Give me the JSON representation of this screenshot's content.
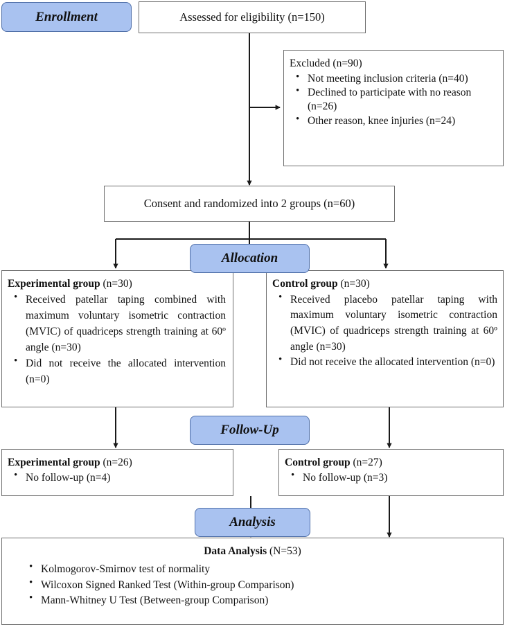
{
  "diagram": {
    "title": "CONSORT participant flow diagram",
    "accent_color": "#a9c2f0",
    "accent_border_color": "#4f6fa8",
    "box_border_color": "#6e6e6e",
    "line_color": "#1a1a1a"
  },
  "stages": {
    "enrollment": "Enrollment",
    "allocation": "Allocation",
    "followup": "Follow-Up",
    "analysis": "Analysis"
  },
  "assessed": {
    "text": "Assessed for eligibility (n=150)"
  },
  "excluded": {
    "heading": "Excluded (n=90)",
    "items": [
      "Not meeting inclusion criteria (n=40)",
      "Declined to participate with no reason (n=26)",
      "Other reason, knee injuries (n=24)"
    ]
  },
  "consent": {
    "text": "Consent and randomized into 2 groups (n=60)"
  },
  "allocation_groups": {
    "experimental": {
      "title": "Experimental group",
      "count": "(n=30)",
      "items": [
        "Received patellar taping combined with maximum voluntary isometric contraction (MVIC) of quadriceps strength training at 60º angle (n=30)",
        "Did not receive the allocated intervention (n=0)"
      ]
    },
    "control": {
      "title": "Control group",
      "count": "(n=30)",
      "items": [
        "Received  placebo patellar taping with maximum voluntary isometric contraction (MVIC) of quadriceps strength training at 60º angle (n=30)",
        "Did not receive the allocated intervention (n=0)"
      ]
    }
  },
  "followup_groups": {
    "experimental": {
      "title": "Experimental group",
      "count": "(n=26)",
      "items": [
        "No follow-up (n=4)"
      ]
    },
    "control": {
      "title": "Control group",
      "count": "(n=27)",
      "items": [
        "No follow-up (n=3)"
      ]
    }
  },
  "analysis": {
    "title": "Data Analysis",
    "count": "(N=53)",
    "items": [
      "Kolmogorov-Smirnov test of normality",
      "Wilcoxon Signed Ranked Test (Within-group Comparison)",
      "Mann-Whitney U Test (Between-group Comparison)"
    ]
  }
}
